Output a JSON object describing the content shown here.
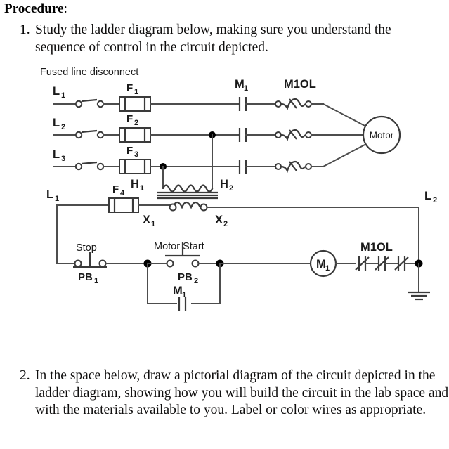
{
  "document": {
    "heading": "Procedure",
    "heading_colon": ":",
    "items": [
      {
        "number": "1.",
        "text": "Study the ladder diagram below, making sure you understand the sequence of control in the circuit depicted."
      },
      {
        "number": "2.",
        "text": "In the space below, draw a pictorial diagram of the circuit depicted in the ladder diagram, showing how you will build the circuit in the lab space and with the materials available to you.  Label or color wires as appropriate."
      }
    ]
  },
  "diagram": {
    "type": "ladder-diagram",
    "caption": "Fused line disconnect",
    "power_section": {
      "lines": [
        {
          "line_label": "L",
          "line_sub": "1",
          "fuse_label": "F",
          "fuse_sub": "1",
          "contact_label": "M",
          "contact_sub": "1",
          "overload_label": "M1OL"
        },
        {
          "line_label": "L",
          "line_sub": "2",
          "fuse_label": "F",
          "fuse_sub": "2",
          "contact_label": "",
          "contact_sub": "",
          "overload_label": ""
        },
        {
          "line_label": "L",
          "line_sub": "3",
          "fuse_label": "F",
          "fuse_sub": "3",
          "contact_label": "",
          "contact_sub": "",
          "overload_label": ""
        }
      ],
      "load_label": "Motor"
    },
    "transformer": {
      "primary_left": "H",
      "primary_left_sub": "1",
      "primary_right": "H",
      "primary_right_sub": "2",
      "secondary_left": "X",
      "secondary_left_sub": "1",
      "secondary_right": "X",
      "secondary_right_sub": "2"
    },
    "control_section": {
      "left_rail_label": "L",
      "left_rail_sub": "1",
      "right_rail_label": "L",
      "right_rail_sub": "2",
      "control_fuse_label": "F",
      "control_fuse_sub": "4",
      "stop_title": "Stop",
      "stop_device_label": "PB",
      "stop_device_sub": "1",
      "start_title": "Motor Start",
      "start_device_label": "PB",
      "start_device_sub": "2",
      "seal_contact_label": "M",
      "seal_contact_sub": "1",
      "coil_label": "M",
      "coil_sub": "1",
      "overload_contacts_label": "M1OL",
      "overload_contact_count": 3,
      "ground_symbol": "earth-ground"
    }
  },
  "colors": {
    "wire": "#4d4d4d",
    "symbol": "#3a3a3a",
    "text": "#1a1a1a",
    "background": "#ffffff"
  }
}
